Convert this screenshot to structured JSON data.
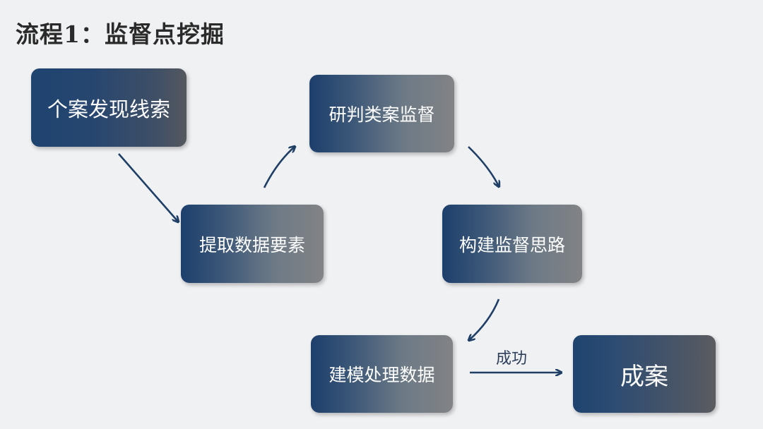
{
  "title": "流程1：监督点挖掘",
  "nodes": {
    "n1": "个案发现线索",
    "n2": "研判类案监督",
    "n3": "提取数据要素",
    "n4": "构建监督思路",
    "n5": "建模处理数据",
    "n6": "成案"
  },
  "edge_label_success": "成功",
  "colors": {
    "arrow": "#1f3f66",
    "box_start": "#1e446f",
    "box_end": "#838486",
    "background": "#f0f1f3"
  }
}
